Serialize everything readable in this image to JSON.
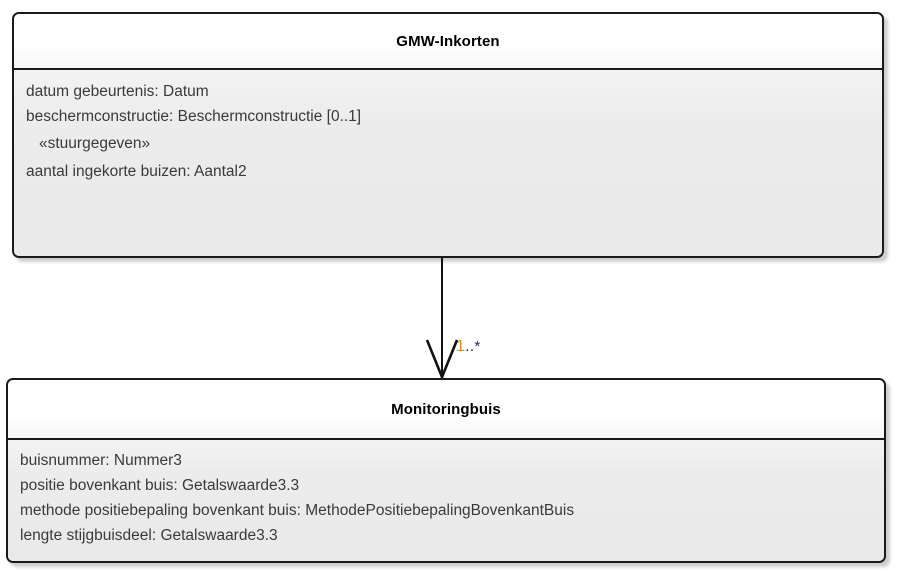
{
  "diagram": {
    "type": "uml-class-diagram",
    "background_color": "#ffffff",
    "classes": [
      {
        "id": "gmw-inkorten",
        "name": "GMW-Inkorten",
        "attributes": [
          {
            "text": "datum gebeurtenis: Datum",
            "kind": "attribute"
          },
          {
            "text": "beschermconstructie: Beschermconstructie [0..1]",
            "kind": "attribute"
          },
          {
            "text": "«stuurgegeven»",
            "kind": "stereotype"
          },
          {
            "text": "aantal ingekorte buizen: Aantal2",
            "kind": "attribute"
          }
        ]
      },
      {
        "id": "monitoringbuis",
        "name": "Monitoringbuis",
        "attributes": [
          {
            "text": "buisnummer: Nummer3",
            "kind": "attribute"
          },
          {
            "text": "positie bovenkant buis: Getalswaarde3.3",
            "kind": "attribute"
          },
          {
            "text": "methode positiebepaling bovenkant buis: MethodePositiebepalingBovenkantBuis",
            "kind": "attribute"
          },
          {
            "text": "lengte stijgbuisdeel: Getalswaarde3.3",
            "kind": "attribute"
          }
        ]
      }
    ],
    "connector": {
      "kind": "association",
      "arrowhead": "open-v",
      "source": "gmw-inkorten",
      "target": "monitoringbuis",
      "multiplicity": {
        "full": "1..*",
        "lower": "1",
        "separator": "..",
        "upper": "*"
      }
    },
    "colors": {
      "border": "#1a1a1a",
      "header_fill": "#ffffff",
      "body_fill": "#ececec",
      "attribute_text": "#3a3a3a",
      "title_text": "#000000",
      "multiplicity_lower": "#e08a1e",
      "multiplicity_upper": "#1b2a5e",
      "connector": "#111111"
    }
  }
}
